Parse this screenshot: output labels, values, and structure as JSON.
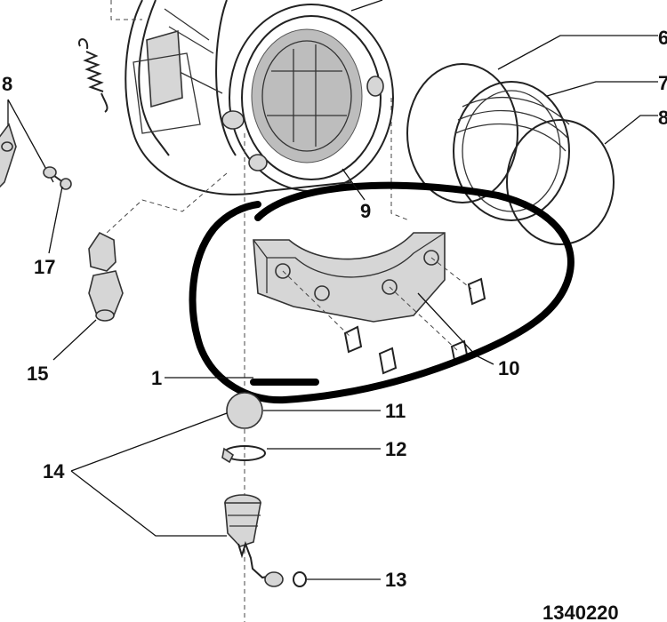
{
  "drawing_number": "1340220",
  "callouts": [
    {
      "id": "c1",
      "text": "1"
    },
    {
      "id": "c6",
      "text": "6"
    },
    {
      "id": "c7",
      "text": "7"
    },
    {
      "id": "c8a",
      "text": "8"
    },
    {
      "id": "c8b",
      "text": "8"
    },
    {
      "id": "c9",
      "text": "9"
    },
    {
      "id": "c10",
      "text": "10"
    },
    {
      "id": "c11",
      "text": "11"
    },
    {
      "id": "c12",
      "text": "12"
    },
    {
      "id": "c13",
      "text": "13"
    },
    {
      "id": "c14",
      "text": "14"
    },
    {
      "id": "c15",
      "text": "15"
    },
    {
      "id": "c17",
      "text": "17"
    }
  ],
  "highlight": {
    "color": "#000000",
    "shape": "hand-drawn loop"
  },
  "colors": {
    "line": "#222222",
    "fill": "#d6d6d6",
    "background": "#ffffff"
  }
}
